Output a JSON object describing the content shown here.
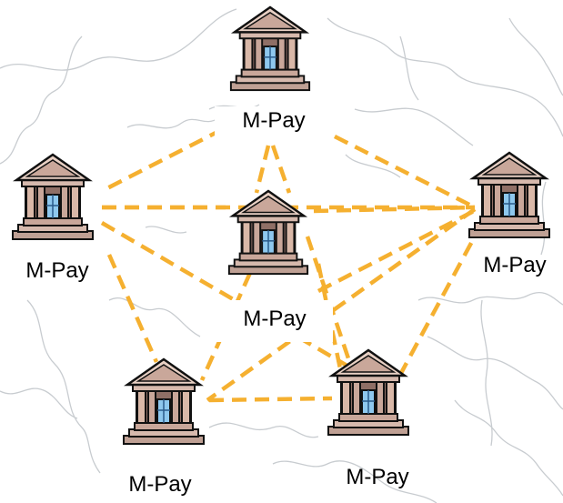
{
  "diagram": {
    "nodes": [
      {
        "id": "top",
        "label": "M-Pay",
        "icon": "bank-building-icon"
      },
      {
        "id": "left",
        "label": "M-Pay",
        "icon": "bank-building-icon"
      },
      {
        "id": "center",
        "label": "M-Pay",
        "icon": "bank-building-icon"
      },
      {
        "id": "right",
        "label": "M-Pay",
        "icon": "bank-building-icon"
      },
      {
        "id": "bottom-left",
        "label": "M-Pay",
        "icon": "bank-building-icon"
      },
      {
        "id": "bottom-right",
        "label": "M-Pay",
        "icon": "bank-building-icon"
      }
    ],
    "edges": [
      [
        "top",
        "left"
      ],
      [
        "top",
        "center"
      ],
      [
        "top",
        "right"
      ],
      [
        "left",
        "center"
      ],
      [
        "left",
        "right"
      ],
      [
        "left",
        "bottom-left"
      ],
      [
        "left",
        "bottom-right"
      ],
      [
        "center",
        "right"
      ],
      [
        "center",
        "bottom-left"
      ],
      [
        "center",
        "bottom-right"
      ],
      [
        "right",
        "bottom-left"
      ],
      [
        "right",
        "bottom-right"
      ],
      [
        "bottom-left",
        "bottom-right"
      ]
    ],
    "edge_style": "dashed",
    "colors": {
      "connection": "#f5b030",
      "background_map_lines": "#c8ccd0",
      "roof": "#d9b8a8",
      "column": "#c9a79a",
      "door": "#8ec8ee",
      "outline": "#111111",
      "label_background": "#ffffff",
      "label_text": "#000000"
    }
  }
}
